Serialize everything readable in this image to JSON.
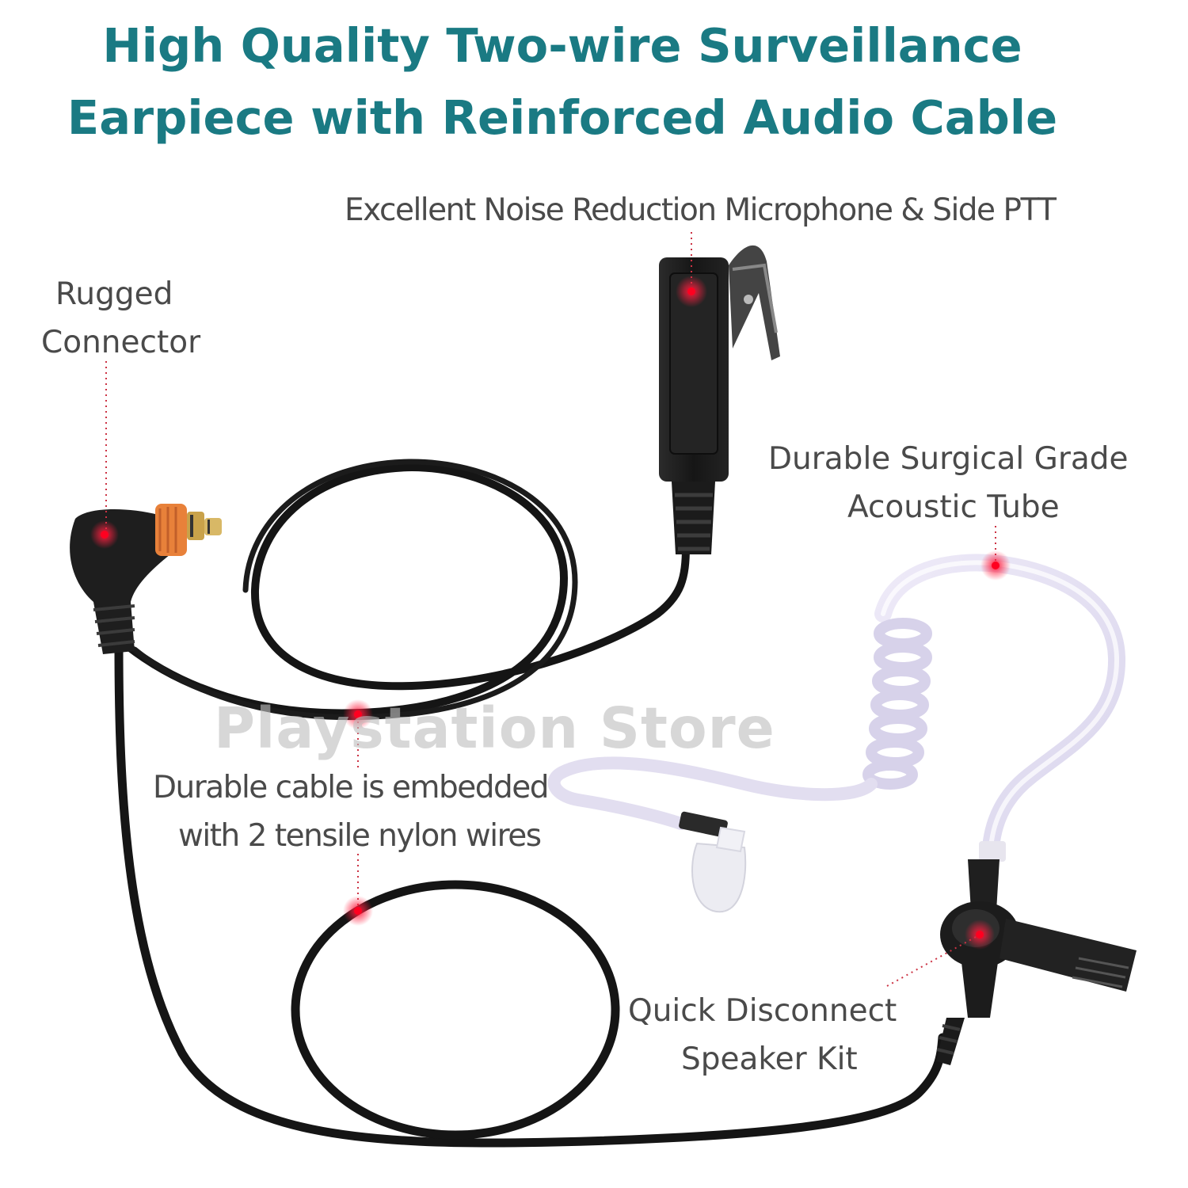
{
  "title": {
    "line1": "High Quality Two-wire Surveillance",
    "line2": "Earpiece with Reinforced Audio Cable"
  },
  "callouts": {
    "microphone": "Excellent Noise Reduction Microphone & Side PTT",
    "connector_line1": "Rugged",
    "connector_line2": "Connector",
    "tube_line1": "Durable Surgical Grade",
    "tube_line2": "Acoustic Tube",
    "cable_line1": "Durable cable is embedded",
    "cable_line2": "with 2 tensile nylon wires",
    "speaker_line1": "Quick Disconnect",
    "speaker_line2": "Speaker Kit"
  },
  "watermark": "Playstation Store",
  "colors": {
    "title": "#1a7a83",
    "callout_text": "#4a4a4a",
    "marker": "#e0182d",
    "cable": "#111111",
    "connector_ring": "#e8813a"
  }
}
